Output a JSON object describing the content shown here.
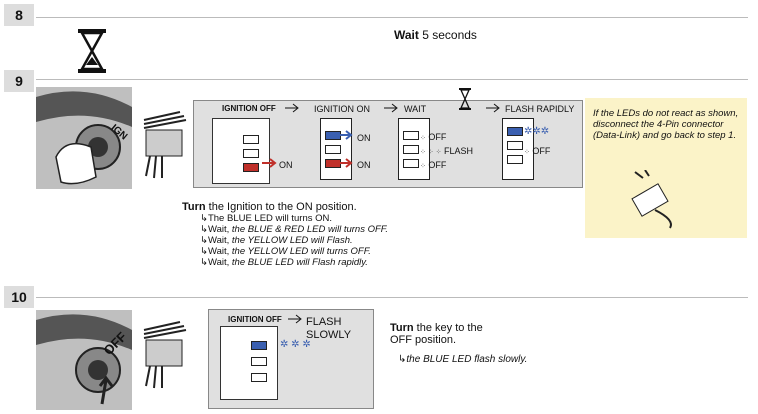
{
  "step8": {
    "number": "8",
    "text_bold": "Wait",
    "text_rest": " 5 seconds"
  },
  "step9": {
    "number": "9",
    "ign_label": "IGN",
    "header_ign_off": "IGNITION OFF",
    "header_ign_on": "IGNITION ON",
    "header_wait": "WAIT",
    "header_flash_rapidly": "FLASH RAPIDLY",
    "state_on_1": "ON",
    "state_on_2": "ON",
    "state_on_3": "ON",
    "state_off_1": "OFF",
    "state_flash": "FLASH",
    "state_off_2": "OFF",
    "state_off_3": "OFF",
    "note": "If the LEDs do not react as shown, disconnect the 4-Pin connector (Data-Link) and go back to step 1.",
    "instruction_bold": "Turn",
    "instruction_rest": " the Ignition to the ON position.",
    "lines": [
      {
        "plain": "The BLUE LED will turns ON.",
        "italic": ""
      },
      {
        "plain": "Wait,",
        "italic": " the BLUE & RED LED will turns OFF."
      },
      {
        "plain": "Wait,",
        "italic": " the YELLOW LED will Flash."
      },
      {
        "plain": "Wait,",
        "italic": " the YELLOW LED  will turns OFF."
      },
      {
        "plain": "Wait,",
        "italic": " the BLUE LED will Flash rapidly."
      }
    ]
  },
  "step10": {
    "number": "10",
    "off_label": "OFF",
    "header_ign_off": "IGNITION OFF",
    "flash_line1": "FLASH",
    "flash_line2": "SLOWLY",
    "instruction_bold": "Turn",
    "instruction_rest1": " the key to the",
    "instruction_rest2": "OFF position.",
    "result": "the BLUE LED flash slowly."
  },
  "colors": {
    "blue_led": "#3a5fb0",
    "red_led": "#c0302a",
    "note_bg": "#fbf3c8",
    "panel_bg": "#e0e0e0"
  },
  "icons": [
    "hourglass-icon",
    "arrow-right-icon",
    "return-arrow-icon"
  ]
}
